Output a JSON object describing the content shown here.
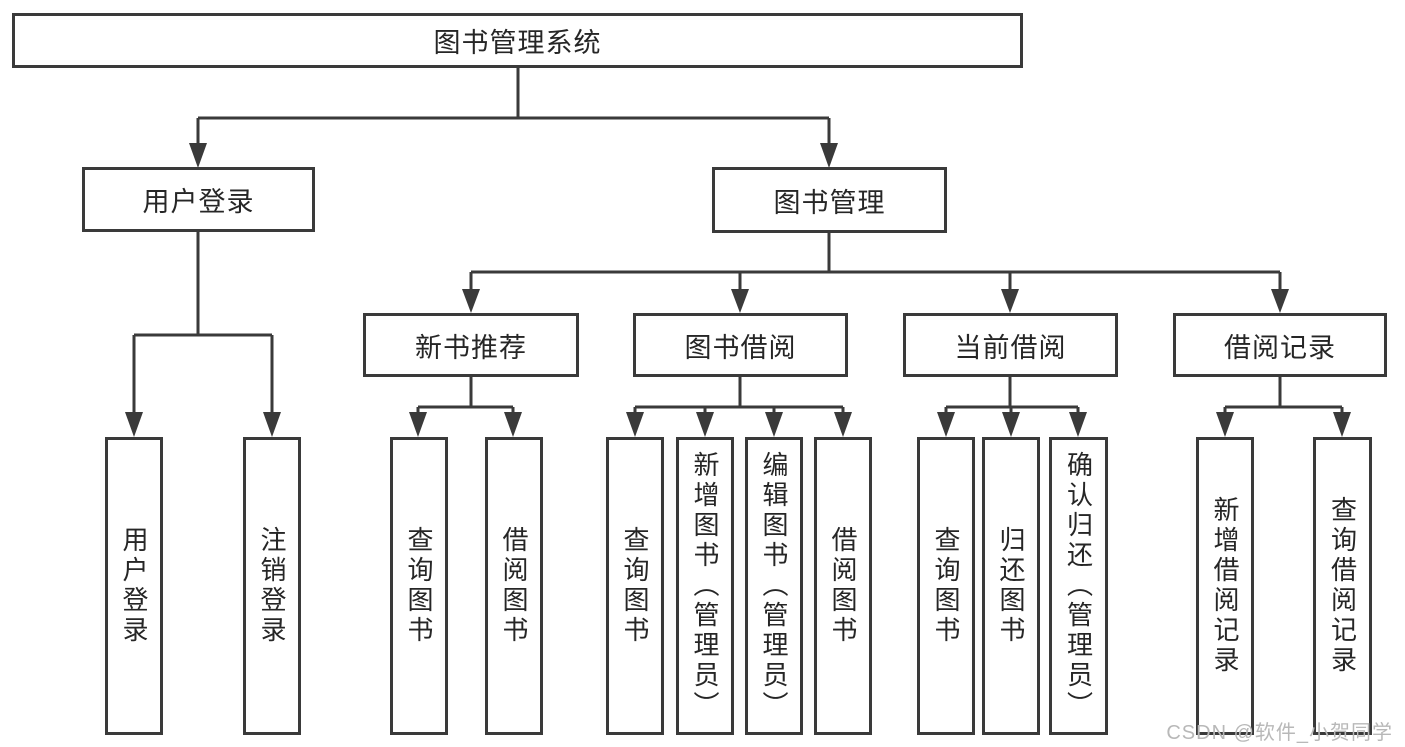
{
  "tree": {
    "root": {
      "label": "图书管理系统"
    },
    "level1": [
      {
        "label": "用户登录",
        "children": [
          {
            "label": "用户登录"
          },
          {
            "label": "注销登录"
          }
        ]
      },
      {
        "label": "图书管理",
        "children": [
          {
            "label": "新书推荐",
            "children": [
              {
                "label": "查询图书"
              },
              {
                "label": "借阅图书"
              }
            ]
          },
          {
            "label": "图书借阅",
            "children": [
              {
                "label": "查询图书"
              },
              {
                "label": "新增图书（管理员）"
              },
              {
                "label": "编辑图书（管理员）"
              },
              {
                "label": "借阅图书"
              }
            ]
          },
          {
            "label": "当前借阅",
            "children": [
              {
                "label": "查询图书"
              },
              {
                "label": "归还图书"
              },
              {
                "label": "确认归还（管理员）"
              }
            ]
          },
          {
            "label": "借阅记录",
            "children": [
              {
                "label": "新增借阅记录"
              },
              {
                "label": "查询借阅记录"
              }
            ]
          }
        ]
      }
    ]
  },
  "watermark": {
    "text": "CSDN @软件_小贺同学"
  },
  "colors": {
    "line": "#3a3a3a",
    "text": "#262626",
    "background": "#ffffff",
    "watermark": "#b8b8b8"
  }
}
